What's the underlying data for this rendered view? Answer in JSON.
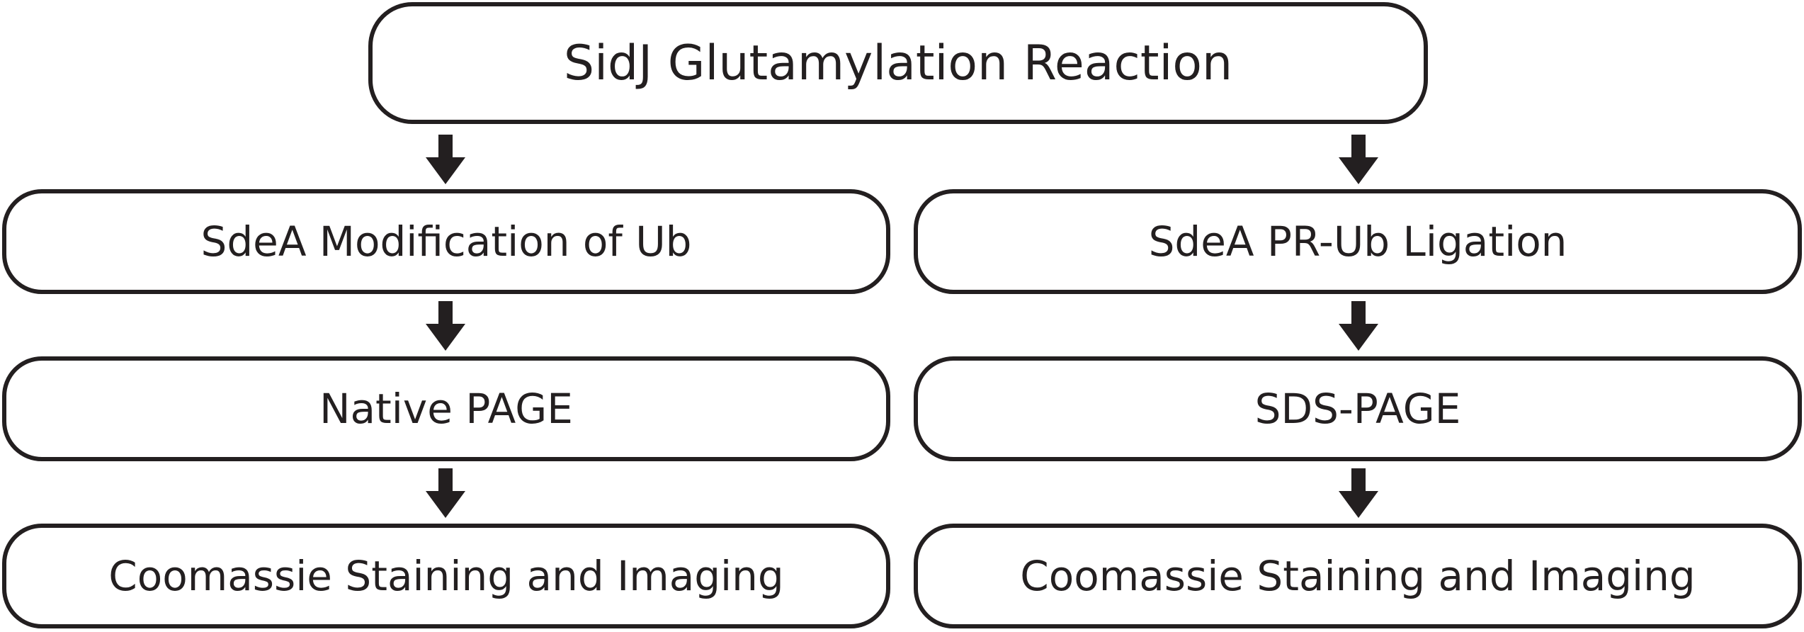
{
  "diagram": {
    "top": {
      "label": "SidJ Glutamylation Reaction"
    },
    "left_branch": {
      "steps": [
        {
          "label": "SdeA Modification of Ub"
        },
        {
          "label": "Native PAGE"
        },
        {
          "label": "Coomassie Staining and Imaging"
        }
      ]
    },
    "right_branch": {
      "steps": [
        {
          "label": "SdeA PR-Ub Ligation"
        },
        {
          "label": "SDS-PAGE"
        },
        {
          "label": "Coomassie Staining and Imaging"
        }
      ]
    },
    "colors": {
      "stroke": "#231f20",
      "arrow": "#231f20",
      "background": "#ffffff"
    }
  }
}
